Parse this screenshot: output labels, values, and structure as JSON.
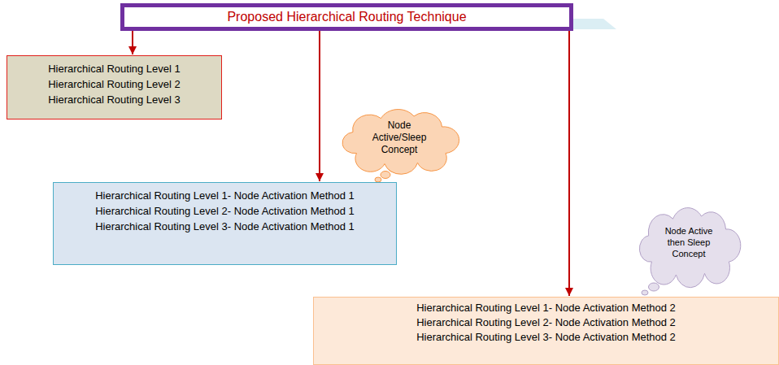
{
  "diagram": {
    "nodes": [
      {
        "text": [
          "Proposed Hierarchical Routing Technique"
        ]
      },
      {
        "text": [
          "Hierarchical Routing Level 1",
          "Hierarchical Routing Level 2",
          "Hierarchical Routing Level 3"
        ]
      },
      {
        "text": [
          "Node Active/Sleep Concept"
        ]
      },
      {
        "text": [
          "Hierarchical Routing Level 1- Node Activation Method 1",
          "Hierarchical Routing Level 2- Node Activation Method 1",
          "Hierarchical Routing Level 3- Node Activation Method 1"
        ]
      },
      {
        "text": [
          "Node Active then Sleep Concept"
        ]
      },
      {
        "text": [
          "Hierarchical Routing Level 1- Node Activation Method 2",
          "Hierarchical Routing Level 2- Node Activation Method 2",
          "Hierarchical Routing Level 3- Node Activation Method 2"
        ]
      }
    ],
    "edges": [
      {
        "from": 0,
        "to": 1,
        "arrow": "to"
      },
      {
        "from": 0,
        "to": 3,
        "arrow": "to"
      },
      {
        "from": 0,
        "to": 5,
        "arrow": "to"
      }
    ]
  }
}
